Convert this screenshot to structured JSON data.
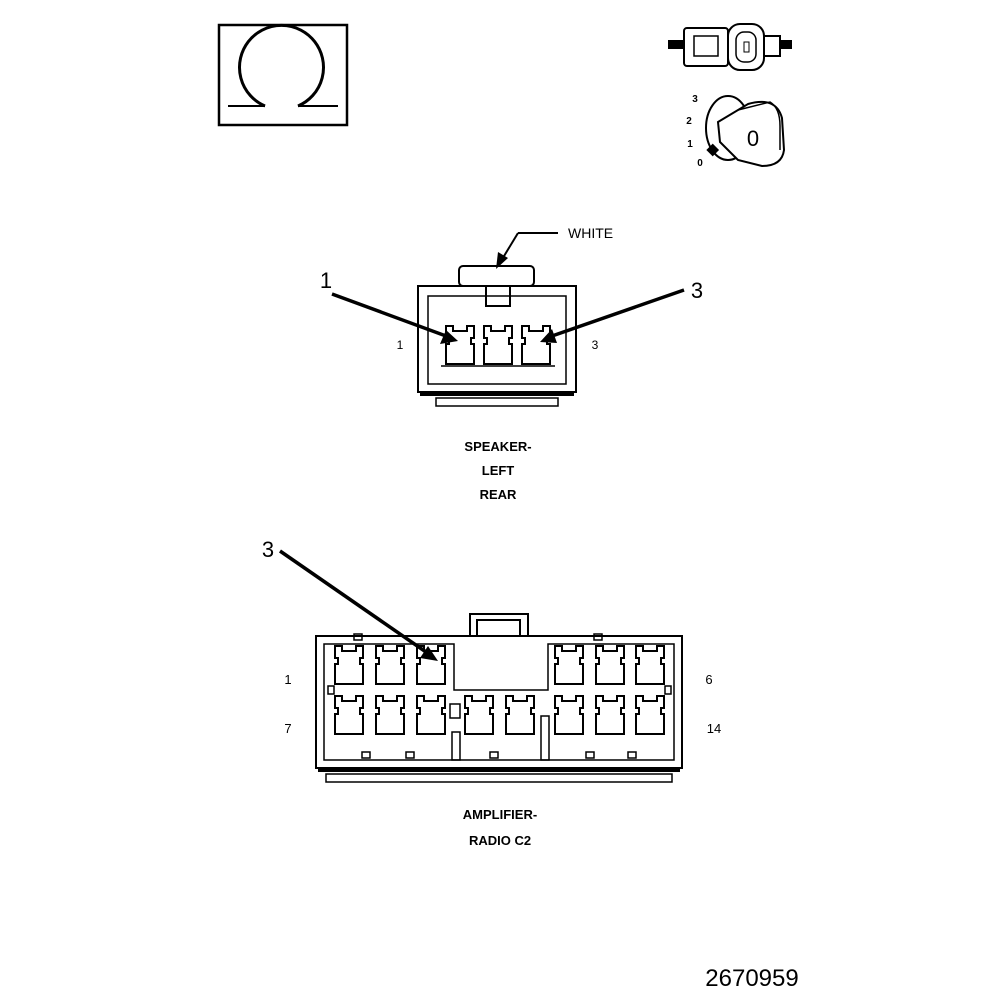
{
  "ignition": {
    "positions": [
      "3",
      "2",
      "1",
      "0"
    ],
    "key_label": "0"
  },
  "speaker_connector": {
    "color_callout": "WHITE",
    "callout_left": "1",
    "callout_right": "3",
    "pin_left": "1",
    "pin_right": "3",
    "title_lines": [
      "SPEAKER-",
      "LEFT",
      "REAR"
    ]
  },
  "amplifier_connector": {
    "callout": "3",
    "row1_start": "1",
    "row1_end": "6",
    "row2_start": "7",
    "row2_end": "14",
    "title_lines": [
      "AMPLIFIER-",
      "RADIO C2"
    ]
  },
  "figure_number": "2670959"
}
